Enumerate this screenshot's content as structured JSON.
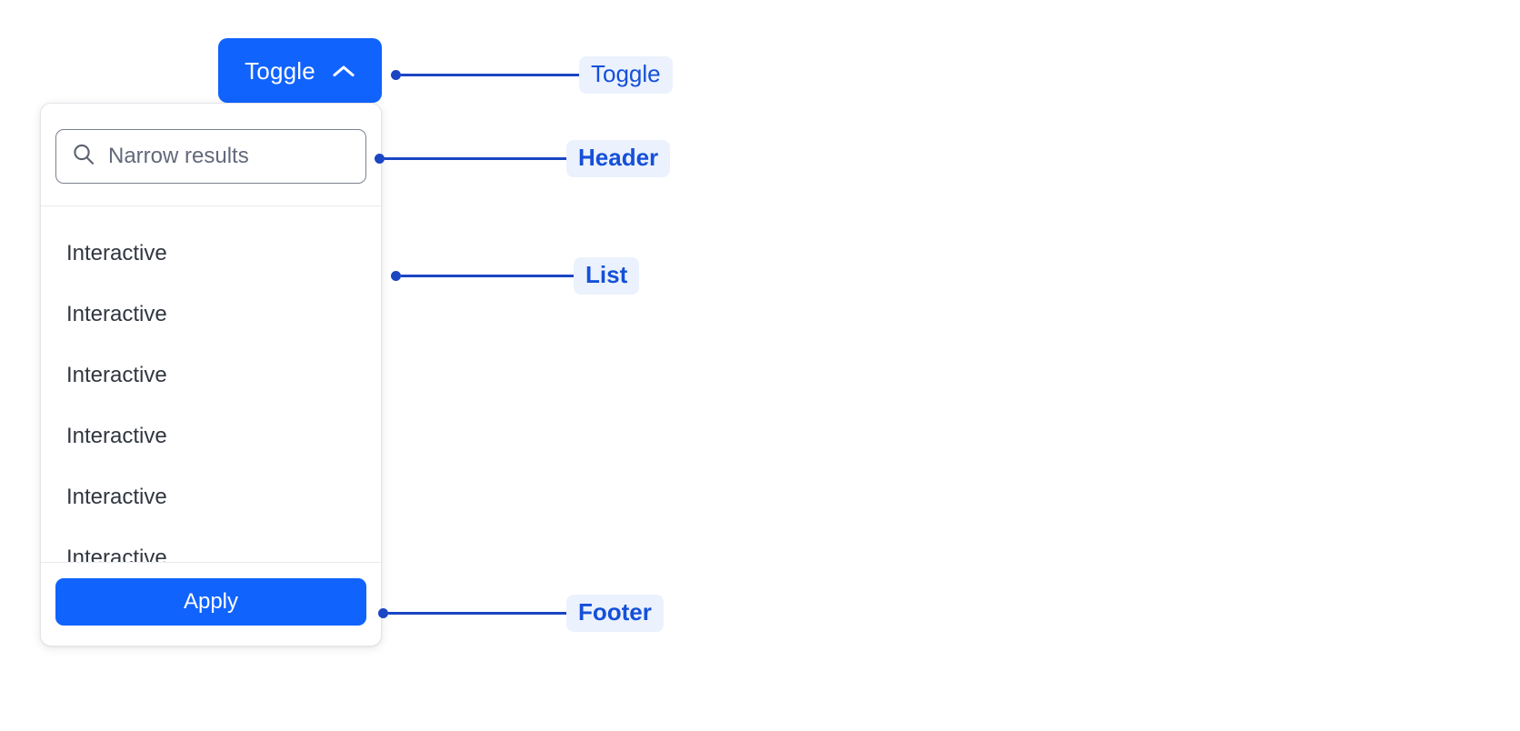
{
  "toggle": {
    "label": "Toggle",
    "icon": "chevron-up-icon",
    "background": "#1163fd",
    "text_color": "#ffffff"
  },
  "dropdown": {
    "header": {
      "search": {
        "icon": "search-icon",
        "value": "",
        "placeholder": "Narrow results"
      }
    },
    "list": {
      "items": [
        {
          "label": "Interactive"
        },
        {
          "label": "Interactive"
        },
        {
          "label": "Interactive"
        },
        {
          "label": "Interactive"
        },
        {
          "label": "Interactive"
        },
        {
          "label": "Interactive"
        }
      ]
    },
    "footer": {
      "apply_label": "Apply",
      "apply_background": "#1163fd"
    }
  },
  "annotations": {
    "accent_line": "#1a46c4",
    "chip_background": "#ebf2fe",
    "chip_text": "#1550d8",
    "items": [
      {
        "label": "Toggle"
      },
      {
        "label": "Header"
      },
      {
        "label": "List"
      },
      {
        "label": "Footer"
      }
    ]
  }
}
